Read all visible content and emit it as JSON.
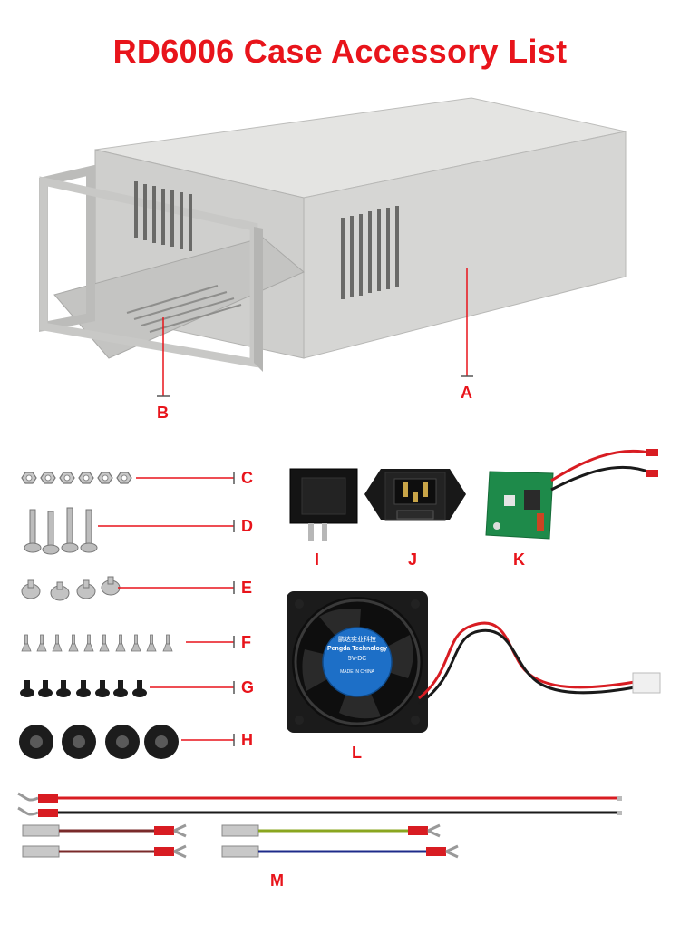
{
  "title": "RD6006 Case Accessory List",
  "labels": {
    "a": "A",
    "b": "B",
    "c": "C",
    "d": "D",
    "e": "E",
    "f": "F",
    "g": "G",
    "h": "H",
    "i": "I",
    "j": "J",
    "k": "K",
    "l": "L",
    "m": "M"
  },
  "fan": {
    "brand_cn": "鹏达实业科技",
    "brand": "Pengda Technology",
    "voltage": "5V-DC",
    "origin": "MADE IN CHINA"
  },
  "colors": {
    "accent": "#e8141b",
    "case": "#d9d9d7",
    "wire_red": "#d81c22",
    "wire_black": "#1a1a1a",
    "pcb": "#1e8a4a"
  }
}
